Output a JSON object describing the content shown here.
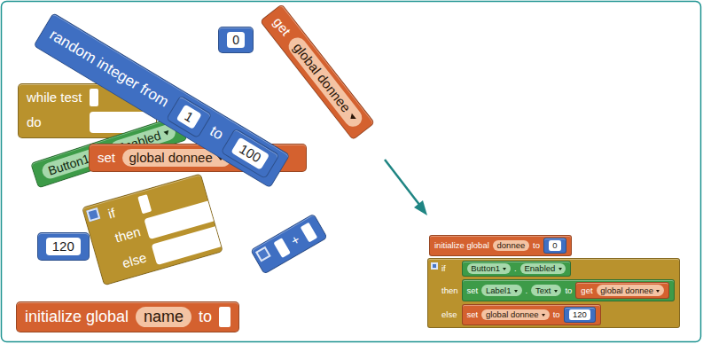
{
  "diagram": {
    "nodes": [
      {
        "text": [
          "random integer from",
          "to"
        ]
      },
      {
        "text": [
          "1"
        ],
        "in": 0
      },
      {
        "text": [
          "100"
        ],
        "in": 0
      },
      {
        "text": [
          "0"
        ]
      },
      {
        "text": [
          "get",
          "global donnee"
        ]
      },
      {
        "text": [
          "while test",
          "do"
        ]
      },
      {
        "text": [
          "Button1",
          "Enabled"
        ]
      },
      {
        "text": [
          "set",
          "global donnee"
        ]
      },
      {
        "text": [
          "if",
          "then",
          "else"
        ]
      },
      {
        "text": [
          "120"
        ]
      },
      {
        "text": [
          "+"
        ]
      },
      {
        "text": [
          "initialize global",
          "name",
          "to"
        ]
      },
      {
        "text": [
          "initialize global",
          "donnee",
          "to"
        ]
      },
      {
        "text": [
          "0"
        ],
        "in": 12
      },
      {
        "text": [
          "if",
          "then",
          "else"
        ]
      },
      {
        "text": [
          "Button1",
          ".",
          "Enabled"
        ],
        "in": 14
      },
      {
        "text": [
          "set",
          "Label1",
          ".",
          "Text",
          "to"
        ],
        "in": 14
      },
      {
        "text": [
          "get",
          "global donnee"
        ],
        "in": 16
      },
      {
        "text": [
          "set",
          "global donnee",
          "to"
        ],
        "in": 14
      },
      {
        "text": [
          "120"
        ],
        "in": 18
      }
    ]
  }
}
